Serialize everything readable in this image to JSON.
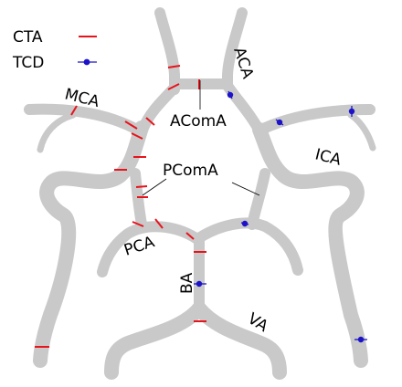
{
  "legend": {
    "cta_label": "CTA",
    "tcd_label": "TCD",
    "cta_color": "#e8131b",
    "tcd_color": "#1c13c8"
  },
  "labels": {
    "mca": "MCA",
    "aca": "ACA",
    "acoma": "AComA",
    "pcoma": "PComA",
    "ica": "ICA",
    "pca": "PCA",
    "ba": "BA",
    "va": "VA"
  },
  "vessel_color": "#c9c9c9"
}
